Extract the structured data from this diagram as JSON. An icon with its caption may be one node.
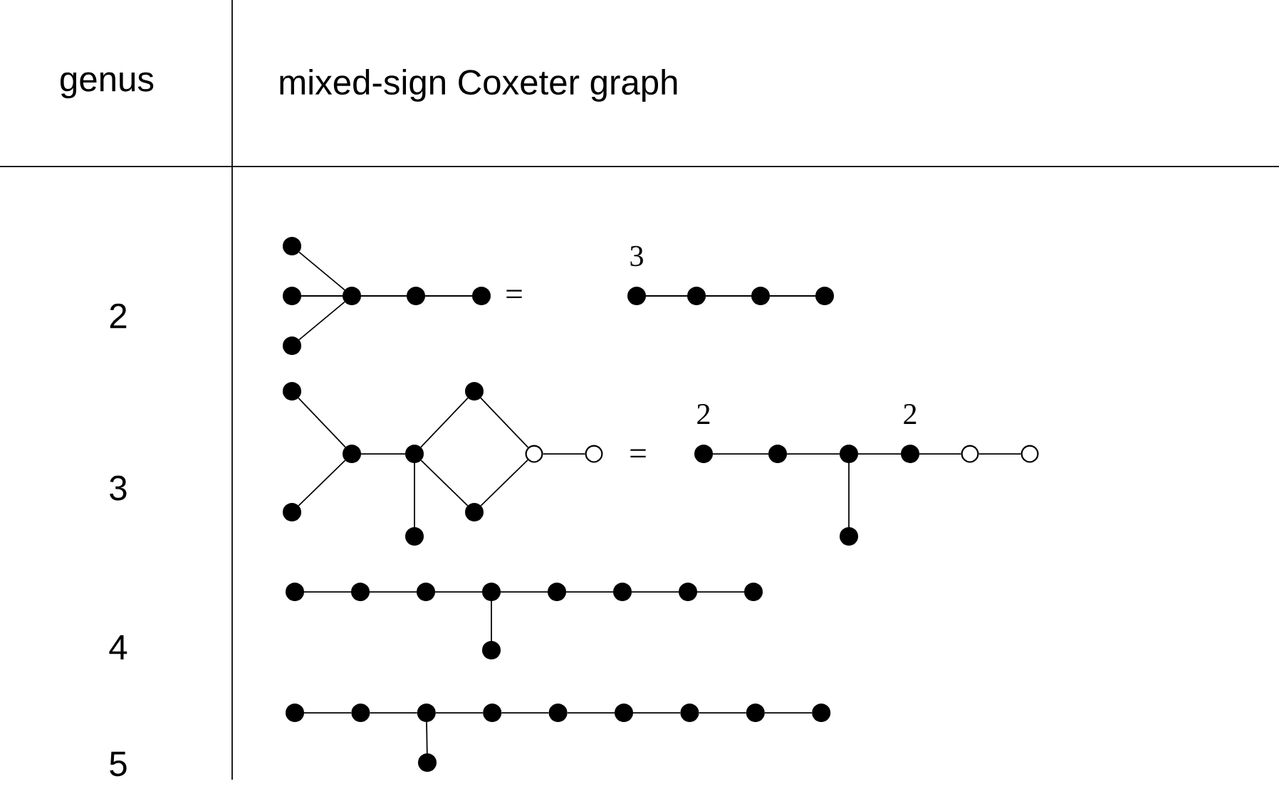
{
  "diagram": {
    "nodes": [
      {
        "text": [],
        "shape": "dot"
      },
      {
        "text": [],
        "shape": "dot"
      },
      {
        "text": [],
        "shape": "dot"
      },
      {
        "text": [],
        "shape": "dot"
      },
      {
        "text": [],
        "shape": "dot"
      },
      {
        "text": [],
        "shape": "dot"
      },
      {
        "text": [],
        "shape": "dot",
        "beside": [
          "3"
        ]
      },
      {
        "text": [],
        "shape": "dot"
      },
      {
        "text": [],
        "shape": "dot"
      },
      {
        "text": [],
        "shape": "dot"
      },
      {
        "text": [],
        "shape": "dot"
      },
      {
        "text": [],
        "shape": "dot"
      },
      {
        "text": [],
        "shape": "dot"
      },
      {
        "text": [],
        "shape": "dot"
      },
      {
        "text": [],
        "shape": "dot"
      },
      {
        "text": [],
        "shape": "dot"
      },
      {
        "text": [],
        "shape": "dot"
      },
      {
        "text": [],
        "shape": "circle"
      },
      {
        "text": [],
        "shape": "circle"
      },
      {
        "text": [],
        "shape": "dot",
        "beside": [
          "2"
        ]
      },
      {
        "text": [],
        "shape": "dot"
      },
      {
        "text": [],
        "shape": "dot"
      },
      {
        "text": [],
        "shape": "dot"
      },
      {
        "text": [],
        "shape": "dot",
        "beside": [
          "2"
        ]
      },
      {
        "text": [],
        "shape": "circle"
      },
      {
        "text": [],
        "shape": "circle"
      },
      {
        "text": [],
        "shape": "dot"
      },
      {
        "text": [],
        "shape": "dot"
      },
      {
        "text": [],
        "shape": "dot"
      },
      {
        "text": [],
        "shape": "dot"
      },
      {
        "text": [],
        "shape": "dot"
      },
      {
        "text": [],
        "shape": "dot"
      },
      {
        "text": [],
        "shape": "dot"
      },
      {
        "text": [],
        "shape": "dot"
      },
      {
        "text": [],
        "shape": "dot"
      },
      {
        "text": [],
        "shape": "dot"
      },
      {
        "text": [],
        "shape": "dot"
      },
      {
        "text": [],
        "shape": "dot"
      },
      {
        "text": [],
        "shape": "dot"
      },
      {
        "text": [],
        "shape": "dot"
      },
      {
        "text": [],
        "shape": "dot"
      },
      {
        "text": [],
        "shape": "dot"
      },
      {
        "text": [],
        "shape": "dot"
      },
      {
        "text": [],
        "shape": "dot"
      },
      {
        "text": [],
        "shape": "dot"
      }
    ],
    "edges": [
      {
        "from": 0,
        "to": 3,
        "arrow": "none"
      },
      {
        "from": 1,
        "to": 3,
        "arrow": "none"
      },
      {
        "from": 2,
        "to": 3,
        "arrow": "none"
      },
      {
        "from": 3,
        "to": 4,
        "arrow": "none"
      },
      {
        "from": 4,
        "to": 5,
        "arrow": "none"
      },
      {
        "from": 6,
        "to": 7,
        "arrow": "none"
      },
      {
        "from": 7,
        "to": 8,
        "arrow": "none"
      },
      {
        "from": 8,
        "to": 9,
        "arrow": "none"
      },
      {
        "from": 10,
        "to": 12,
        "arrow": "none"
      },
      {
        "from": 11,
        "to": 12,
        "arrow": "none"
      },
      {
        "from": 12,
        "to": 13,
        "arrow": "none"
      },
      {
        "from": 13,
        "to": 14,
        "arrow": "none"
      },
      {
        "from": 13,
        "to": 15,
        "arrow": "none"
      },
      {
        "from": 13,
        "to": 16,
        "arrow": "none"
      },
      {
        "from": 15,
        "to": 17,
        "arrow": "none"
      },
      {
        "from": 16,
        "to": 17,
        "arrow": "none"
      },
      {
        "from": 17,
        "to": 18,
        "arrow": "none"
      },
      {
        "from": 19,
        "to": 20,
        "arrow": "none"
      },
      {
        "from": 20,
        "to": 21,
        "arrow": "none"
      },
      {
        "from": 21,
        "to": 22,
        "arrow": "none"
      },
      {
        "from": 21,
        "to": 23,
        "arrow": "none"
      },
      {
        "from": 23,
        "to": 24,
        "arrow": "none"
      },
      {
        "from": 24,
        "to": 25,
        "arrow": "none"
      },
      {
        "from": 26,
        "to": 27,
        "arrow": "none"
      },
      {
        "from": 27,
        "to": 28,
        "arrow": "none"
      },
      {
        "from": 28,
        "to": 29,
        "arrow": "none"
      },
      {
        "from": 29,
        "to": 30,
        "arrow": "none"
      },
      {
        "from": 30,
        "to": 31,
        "arrow": "none"
      },
      {
        "from": 31,
        "to": 32,
        "arrow": "none"
      },
      {
        "from": 32,
        "to": 33,
        "arrow": "none"
      },
      {
        "from": 29,
        "to": 34,
        "arrow": "none"
      },
      {
        "from": 35,
        "to": 36,
        "arrow": "none"
      },
      {
        "from": 36,
        "to": 37,
        "arrow": "none"
      },
      {
        "from": 37,
        "to": 38,
        "arrow": "none"
      },
      {
        "from": 38,
        "to": 39,
        "arrow": "none"
      },
      {
        "from": 39,
        "to": 40,
        "arrow": "none"
      },
      {
        "from": 40,
        "to": 41,
        "arrow": "none"
      },
      {
        "from": 41,
        "to": 42,
        "arrow": "none"
      },
      {
        "from": 42,
        "to": 43,
        "arrow": "none"
      },
      {
        "from": 37,
        "to": 44,
        "arrow": "none"
      }
    ],
    "labels": [
      "genus",
      "mixed-sign Coxeter graph",
      "2",
      "=",
      "3",
      "=",
      "4",
      "5"
    ]
  }
}
